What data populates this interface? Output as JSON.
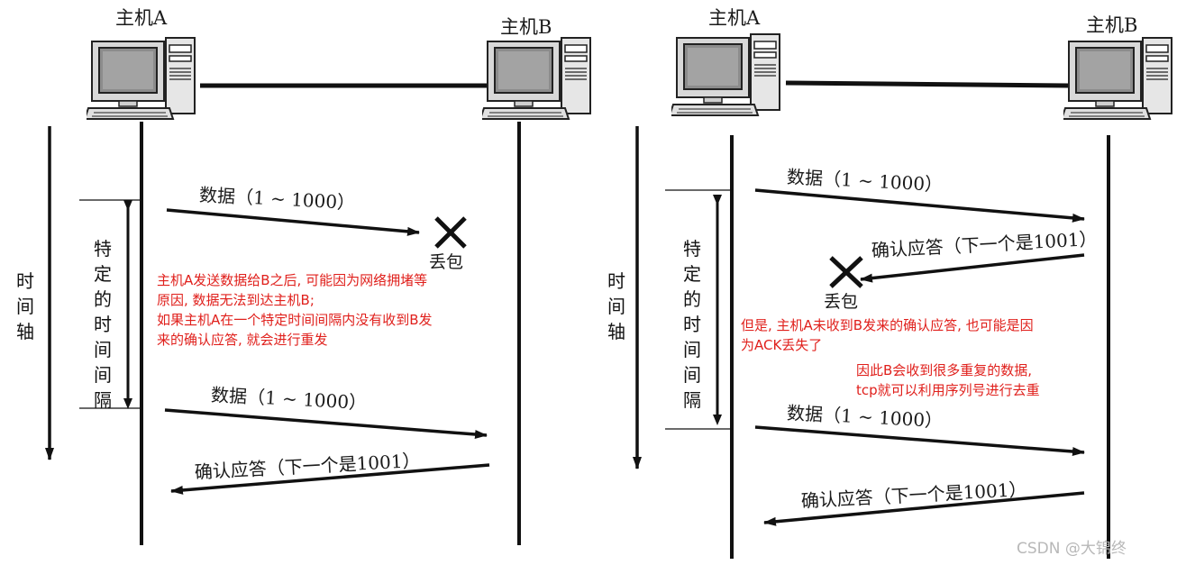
{
  "left_panel": {
    "host_a": "主机A",
    "host_b": "主机B",
    "time_axis": "时间轴",
    "interval_label": "特定的时间间隔",
    "data_msg_1": "数据（1 ~ 1000）",
    "loss_label": "丢包",
    "data_msg_2": "数据（1 ~ 1000）",
    "ack_msg": "确认应答（下一个是1001）",
    "note": [
      "主机A发送数据给B之后, 可能因为网络拥堵等",
      "原因, 数据无法到达主机B;",
      "如果主机A在一个特定时间间隔内没有收到B发",
      "来的确认应答, 就会进行重发"
    ]
  },
  "right_panel": {
    "host_a": "主机A",
    "host_b": "主机B",
    "time_axis": "时间轴",
    "interval_label": "特定的时间间隔",
    "data_msg_1": "数据（1 ~ 1000）",
    "ack_msg_1": "确认应答（下一个是1001）",
    "loss_label": "丢包",
    "data_msg_2": "数据（1 ~ 1000）",
    "ack_msg_2": "确认应答（下一个是1001）",
    "note_1": [
      "但是, 主机A未收到B发来的确认应答, 也可能是因",
      "为ACK丢失了"
    ],
    "note_2": [
      "因此B会收到很多重复的数据,",
      "tcp就可以利用序列号进行去重"
    ]
  },
  "watermark": "CSDN @大锦终",
  "colors": {
    "note": "#e0201c",
    "line": "#111111",
    "watermark": "#b8b8b8"
  }
}
